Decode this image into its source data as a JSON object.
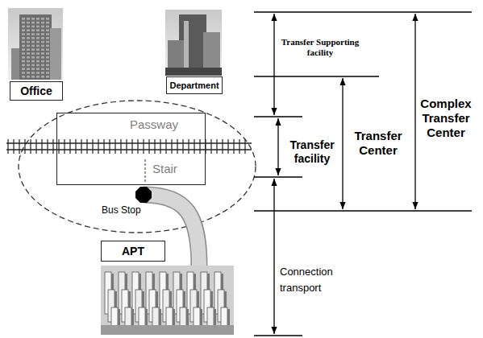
{
  "diagram": {
    "nodes": [
      {
        "text": [
          "Office"
        ]
      },
      {
        "text": [
          "Department"
        ]
      },
      {
        "text": [
          "Passway",
          "Stair"
        ]
      },
      {
        "text": [
          "APT"
        ]
      }
    ],
    "labels": [
      "Transfer Supporting facility",
      "Complex Transfer Center",
      "Transfer Center",
      "Transfer facility",
      "Bus Stop",
      "Connection transport"
    ]
  }
}
